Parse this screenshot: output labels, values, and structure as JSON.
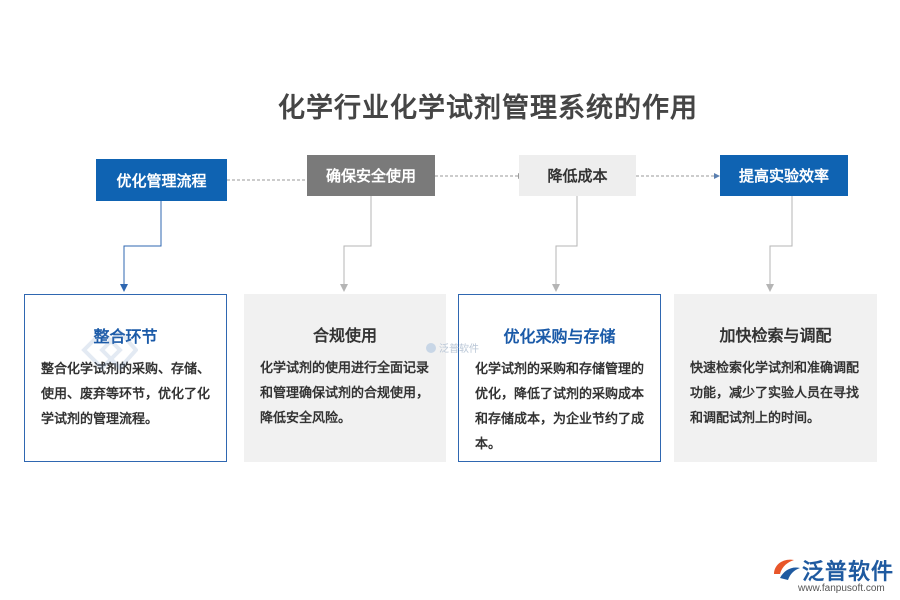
{
  "title": "化学行业化学试剂管理系统的作用",
  "steps": [
    {
      "label": "优化管理流程"
    },
    {
      "label": "确保安全使用"
    },
    {
      "label": "降低成本"
    },
    {
      "label": "提高实验效率"
    }
  ],
  "cards": [
    {
      "title": "整合环节",
      "body": "整合化学试剂的采购、存储、使用、废弃等环节，优化了化学试剂的管理流程。"
    },
    {
      "title": "合规使用",
      "body": "化学试剂的使用进行全面记录和管理确保试剂的合规使用，降低安全风险。"
    },
    {
      "title": "优化采购与存储",
      "body": "化学试剂的采购和存储管理的优化，降低了试剂的采购成本和存储成本，为企业节约了成本。"
    },
    {
      "title": "加快检索与调配",
      "body": "快速检索化学试剂和准确调配功能，减少了实验人员在寻找和调配试剂上的时间。"
    }
  ],
  "watermark": {
    "center_text": "泛普软件"
  },
  "brand": {
    "name": "泛普软件",
    "url": "www.fanpusoft.com"
  },
  "colors": {
    "blue": "#0f63b2",
    "gray": "#7a7a7a",
    "light": "#eeeeee",
    "card_border": "#2f67b1"
  }
}
